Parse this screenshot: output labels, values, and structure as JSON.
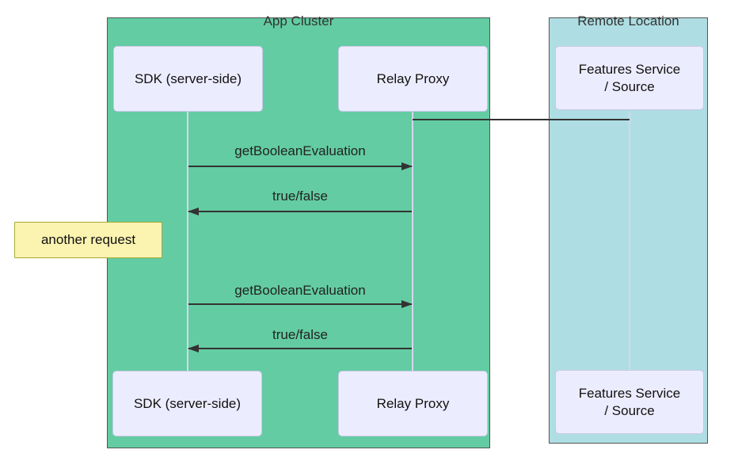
{
  "clusters": [
    {
      "label": "App Cluster"
    },
    {
      "label": "Remote Location"
    }
  ],
  "actors": {
    "sdk": {
      "label": "SDK (server-side)"
    },
    "relay": {
      "label": "Relay Proxy"
    },
    "features": {
      "line1": "Features Service",
      "line2": "/ Source"
    }
  },
  "messages": [
    {
      "label": "getBooleanEvaluation",
      "direction": "right"
    },
    {
      "label": "true/false",
      "direction": "left"
    },
    {
      "label": "getBooleanEvaluation",
      "direction": "right"
    },
    {
      "label": "true/false",
      "direction": "left"
    }
  ],
  "note": {
    "label": "another request"
  },
  "colors": {
    "cluster_green": "#63CCA2",
    "cluster_blue": "#AEDEE3",
    "cluster_border": "#555555",
    "actor_fill": "#ECECFF",
    "actor_border": "#C8C8E8",
    "note_fill": "#FBF3B0",
    "note_border": "#A8A832",
    "lifeline": "#D6D6EE",
    "arrow": "#333333",
    "text": "#333333"
  }
}
